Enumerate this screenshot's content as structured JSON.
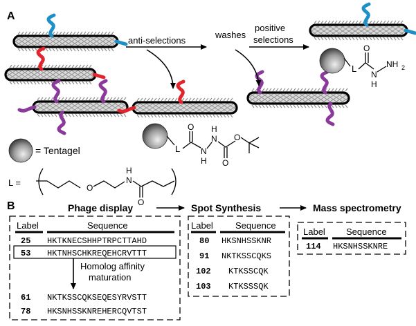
{
  "panel_a": {
    "label": "A",
    "arrow_labels": {
      "anti_selections": "anti-selections",
      "washes": "washes",
      "positive_line1": "positive",
      "positive_line2": "selections"
    },
    "tentagel_legend": "= Tentagel",
    "linker": {
      "L_label_top": "L",
      "L_label_bottom": "L",
      "L_equals": "L =",
      "atoms": {
        "O": "O",
        "N": "N",
        "H": "H",
        "NH2": "NH",
        "sub2": "2"
      }
    },
    "colors": {
      "blue": "#1f8fc7",
      "red": "#e0262c",
      "purple": "#8b3a9b",
      "phage_outline": "#000000",
      "phage_fill": "#cfcfcf",
      "bead_dark": "#3a3a3a",
      "bead_light": "#e6e6e6"
    }
  },
  "panel_b": {
    "label": "B",
    "phage_display": {
      "title": "Phage display",
      "header_label": "Label",
      "header_sequence": "Sequence",
      "rows": [
        {
          "label": "25",
          "sequence": "HKTKNECSHHPTRPCTTAHD"
        },
        {
          "label": "53",
          "sequence": "HKTNHSCHKREQEHCRVTTT"
        }
      ],
      "maturation_line1": "Homolog affinity",
      "maturation_line2": "maturation",
      "matured_rows": [
        {
          "label": "61",
          "sequence": "NKTKSSCQKSEQESYRVSTT"
        },
        {
          "label": "78",
          "sequence": "HKSNHSSKNREHERCQVTST"
        }
      ]
    },
    "spot_synthesis": {
      "title": "Spot Synthesis",
      "header_label": "Label",
      "header_sequence": "Sequence",
      "rows": [
        {
          "label": "80",
          "sequence": "HKSNHSSKNR"
        },
        {
          "label": "91",
          "sequence": "NKTKSSCQKS"
        },
        {
          "label": "102",
          "sequence": "KTKSSCQK"
        },
        {
          "label": "103",
          "sequence": "KTKSSSQK"
        }
      ]
    },
    "mass_spec": {
      "title": "Mass spectrometry",
      "header_label": "Label",
      "header_sequence": "Sequence",
      "rows": [
        {
          "label": "114",
          "sequence": "HKSNHSSKNRE"
        }
      ]
    }
  }
}
